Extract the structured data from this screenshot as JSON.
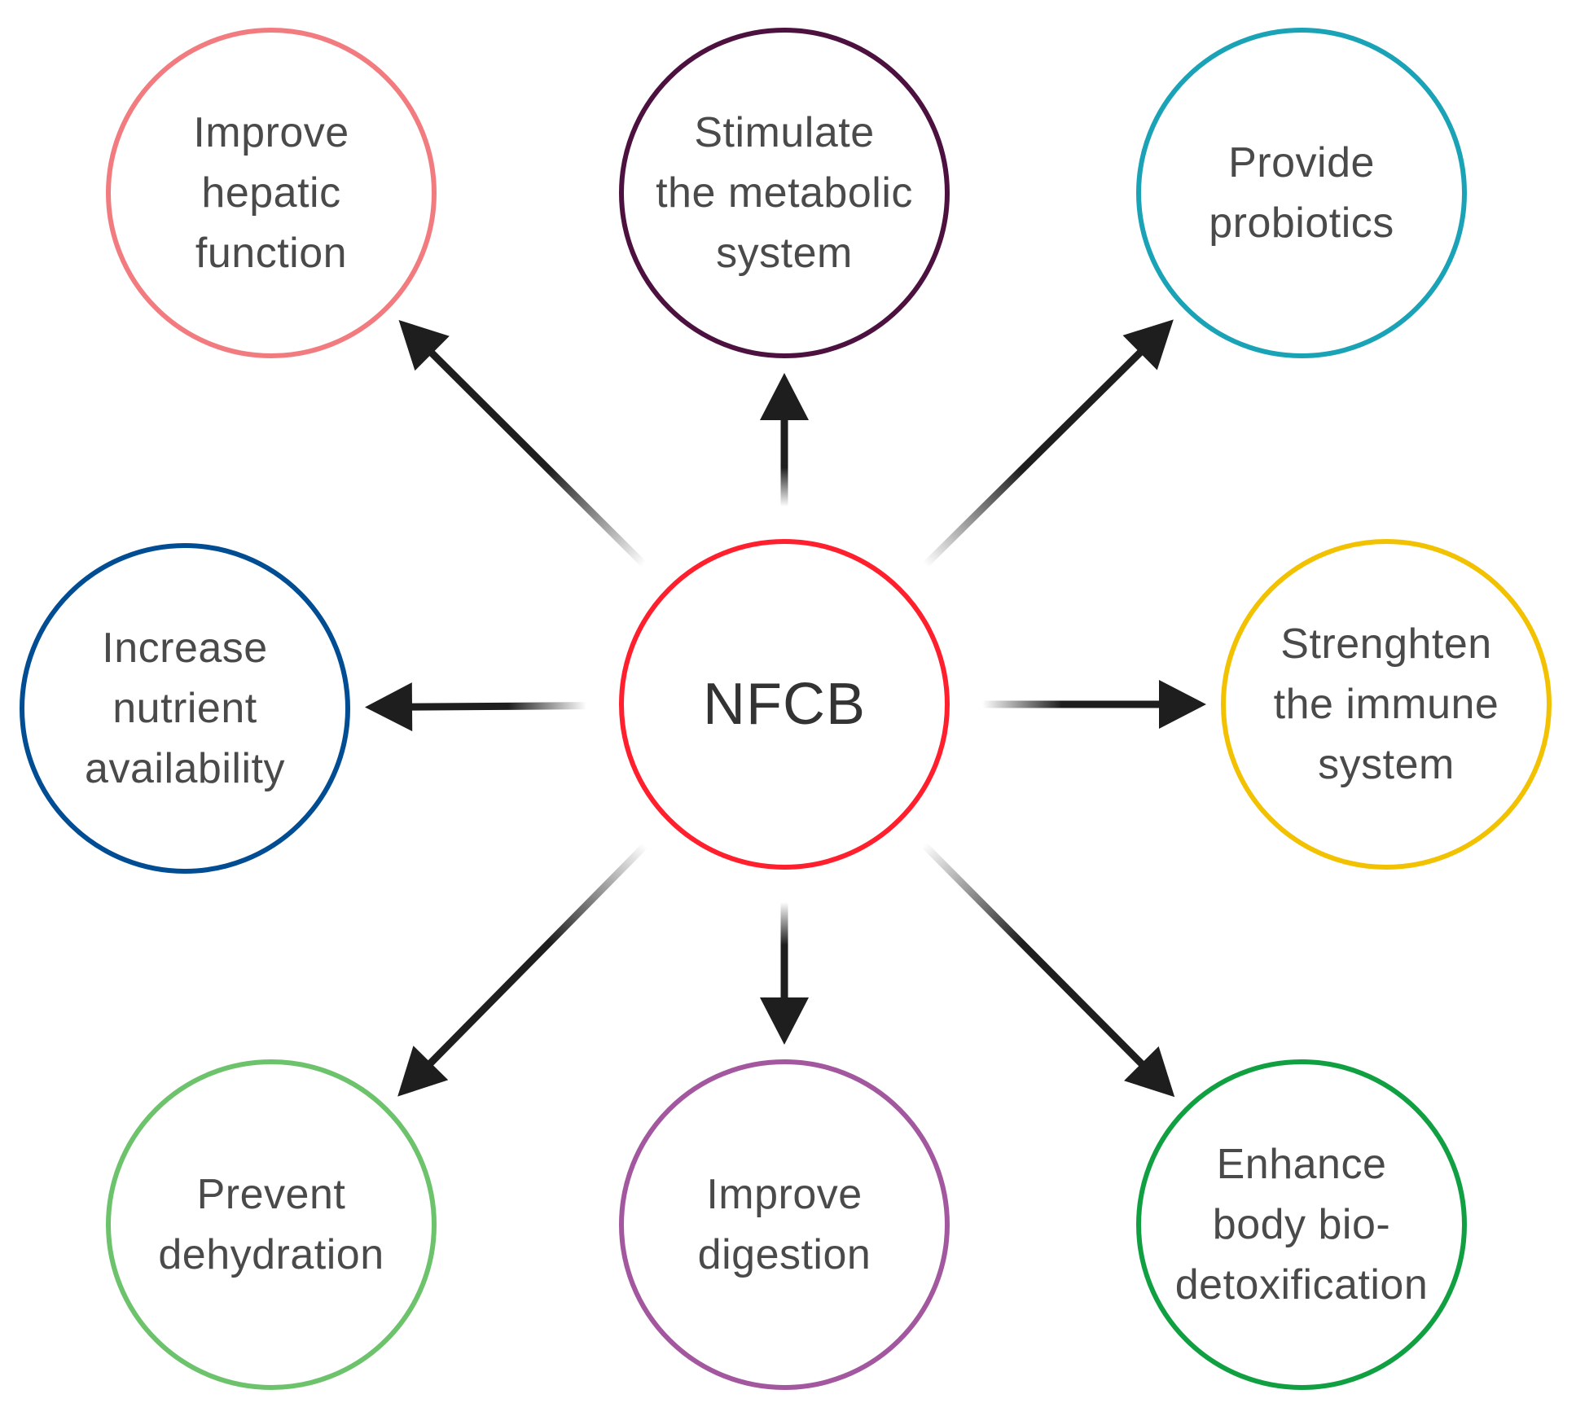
{
  "center": {
    "label": "NFCB",
    "color": "#ff1f2d"
  },
  "arrow_color": "#1e1e1e",
  "nodes": [
    {
      "id": "hepatic",
      "label": "Improve\nhepatic\nfunction",
      "color": "#f27b7f"
    },
    {
      "id": "metabolic",
      "label": "Stimulate\nthe metabolic\nsystem",
      "color": "#4d1140"
    },
    {
      "id": "probiotics",
      "label": "Provide\nprobiotics",
      "color": "#1aa3b6"
    },
    {
      "id": "nutrient",
      "label": "Increase\nnutrient\navailability",
      "color": "#004d93"
    },
    {
      "id": "immune",
      "label": "Strenghten\nthe immune\nsystem",
      "color": "#f2c200"
    },
    {
      "id": "dehydration",
      "label": "Prevent\ndehydration",
      "color": "#6cc36c"
    },
    {
      "id": "digestion",
      "label": "Improve\ndigestion",
      "color": "#a2579f"
    },
    {
      "id": "detox",
      "label": "Enhance\nbody bio-\ndetoxification",
      "color": "#10a042"
    }
  ]
}
